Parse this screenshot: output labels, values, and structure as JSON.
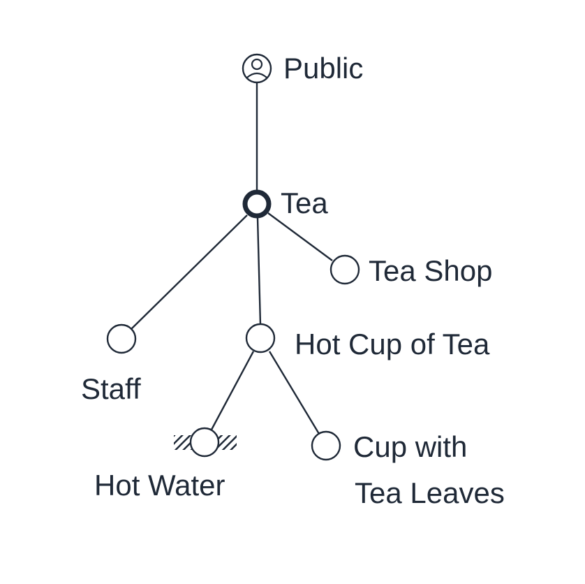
{
  "diagram": {
    "colors": {
      "ink": "#1f2937",
      "background": "#ffffff"
    },
    "nodes": {
      "public": {
        "label": "Public",
        "icon": "user-circle-icon"
      },
      "tea": {
        "label": "Tea",
        "state": "selected"
      },
      "tea_shop": {
        "label": "Tea Shop"
      },
      "staff": {
        "label": "Staff"
      },
      "hot_cup": {
        "label": "Hot Cup of Tea"
      },
      "hot_water": {
        "label": "Hot Water",
        "marker": "hatched-bar-icon"
      },
      "cup_leaves": {
        "label_line1": "Cup with",
        "label_line2": "Tea Leaves"
      }
    },
    "edges": [
      [
        "public",
        "tea"
      ],
      [
        "tea",
        "tea_shop"
      ],
      [
        "tea",
        "staff"
      ],
      [
        "tea",
        "hot_cup"
      ],
      [
        "hot_cup",
        "hot_water"
      ],
      [
        "hot_cup",
        "cup_leaves"
      ]
    ]
  }
}
